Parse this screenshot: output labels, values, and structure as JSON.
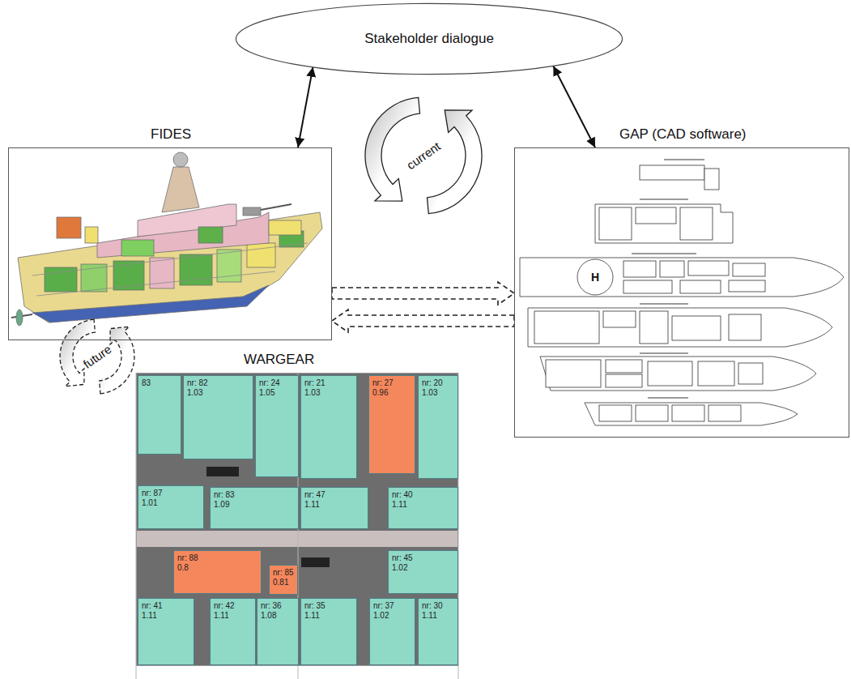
{
  "diagram": {
    "nodes": [
      {
        "text": [
          "Stakeholder dialogue"
        ]
      },
      {
        "text": [
          "FIDES"
        ]
      },
      {
        "text": [
          "GAP (CAD software)"
        ]
      },
      {
        "text": [
          "WARGEAR"
        ]
      },
      {
        "text": [
          "83"
        ],
        "in": 3
      },
      {
        "text": [
          "nr: 82",
          "1.03"
        ],
        "in": 3
      },
      {
        "text": [
          "nr: 24",
          "1.05"
        ],
        "in": 3
      },
      {
        "text": [
          "nr: 21",
          "1.03"
        ],
        "in": 3
      },
      {
        "text": [
          "nr: 27",
          "0.96"
        ],
        "in": 3
      },
      {
        "text": [
          "nr: 20",
          "1.03"
        ],
        "in": 3
      },
      {
        "text": [
          "nr: 87",
          "1.01"
        ],
        "in": 3
      },
      {
        "text": [
          "nr: 83",
          "1.09"
        ],
        "in": 3
      },
      {
        "text": [
          "nr: 47",
          "1.11"
        ],
        "in": 3
      },
      {
        "text": [
          "nr: 40",
          "1.11"
        ],
        "in": 3
      },
      {
        "text": [
          "nr: 88",
          "0.8"
        ],
        "in": 3
      },
      {
        "text": [
          "nr: 85",
          "0.81"
        ],
        "in": 3
      },
      {
        "text": [
          "nr: 45",
          "1.02"
        ],
        "in": 3
      },
      {
        "text": [
          "nr: 41",
          "1.11"
        ],
        "in": 3
      },
      {
        "text": [
          "nr: 42",
          "1.11"
        ],
        "in": 3
      },
      {
        "text": [
          "nr: 36",
          "1.08"
        ],
        "in": 3
      },
      {
        "text": [
          "nr: 35",
          "1.11"
        ],
        "in": 3
      },
      {
        "text": [
          "nr: 37",
          "1.02"
        ],
        "in": 3
      },
      {
        "text": [
          "nr: 30",
          "1.11"
        ],
        "in": 3
      }
    ],
    "edges": [
      {
        "from": 0,
        "to": 1,
        "arrow": "both"
      },
      {
        "from": 0,
        "to": 2,
        "arrow": "both"
      },
      {
        "from": 1,
        "to": 2,
        "arrow": "to"
      },
      {
        "from": 2,
        "to": 1,
        "arrow": "to"
      }
    ],
    "labels": [
      "current",
      "future",
      "H"
    ]
  }
}
